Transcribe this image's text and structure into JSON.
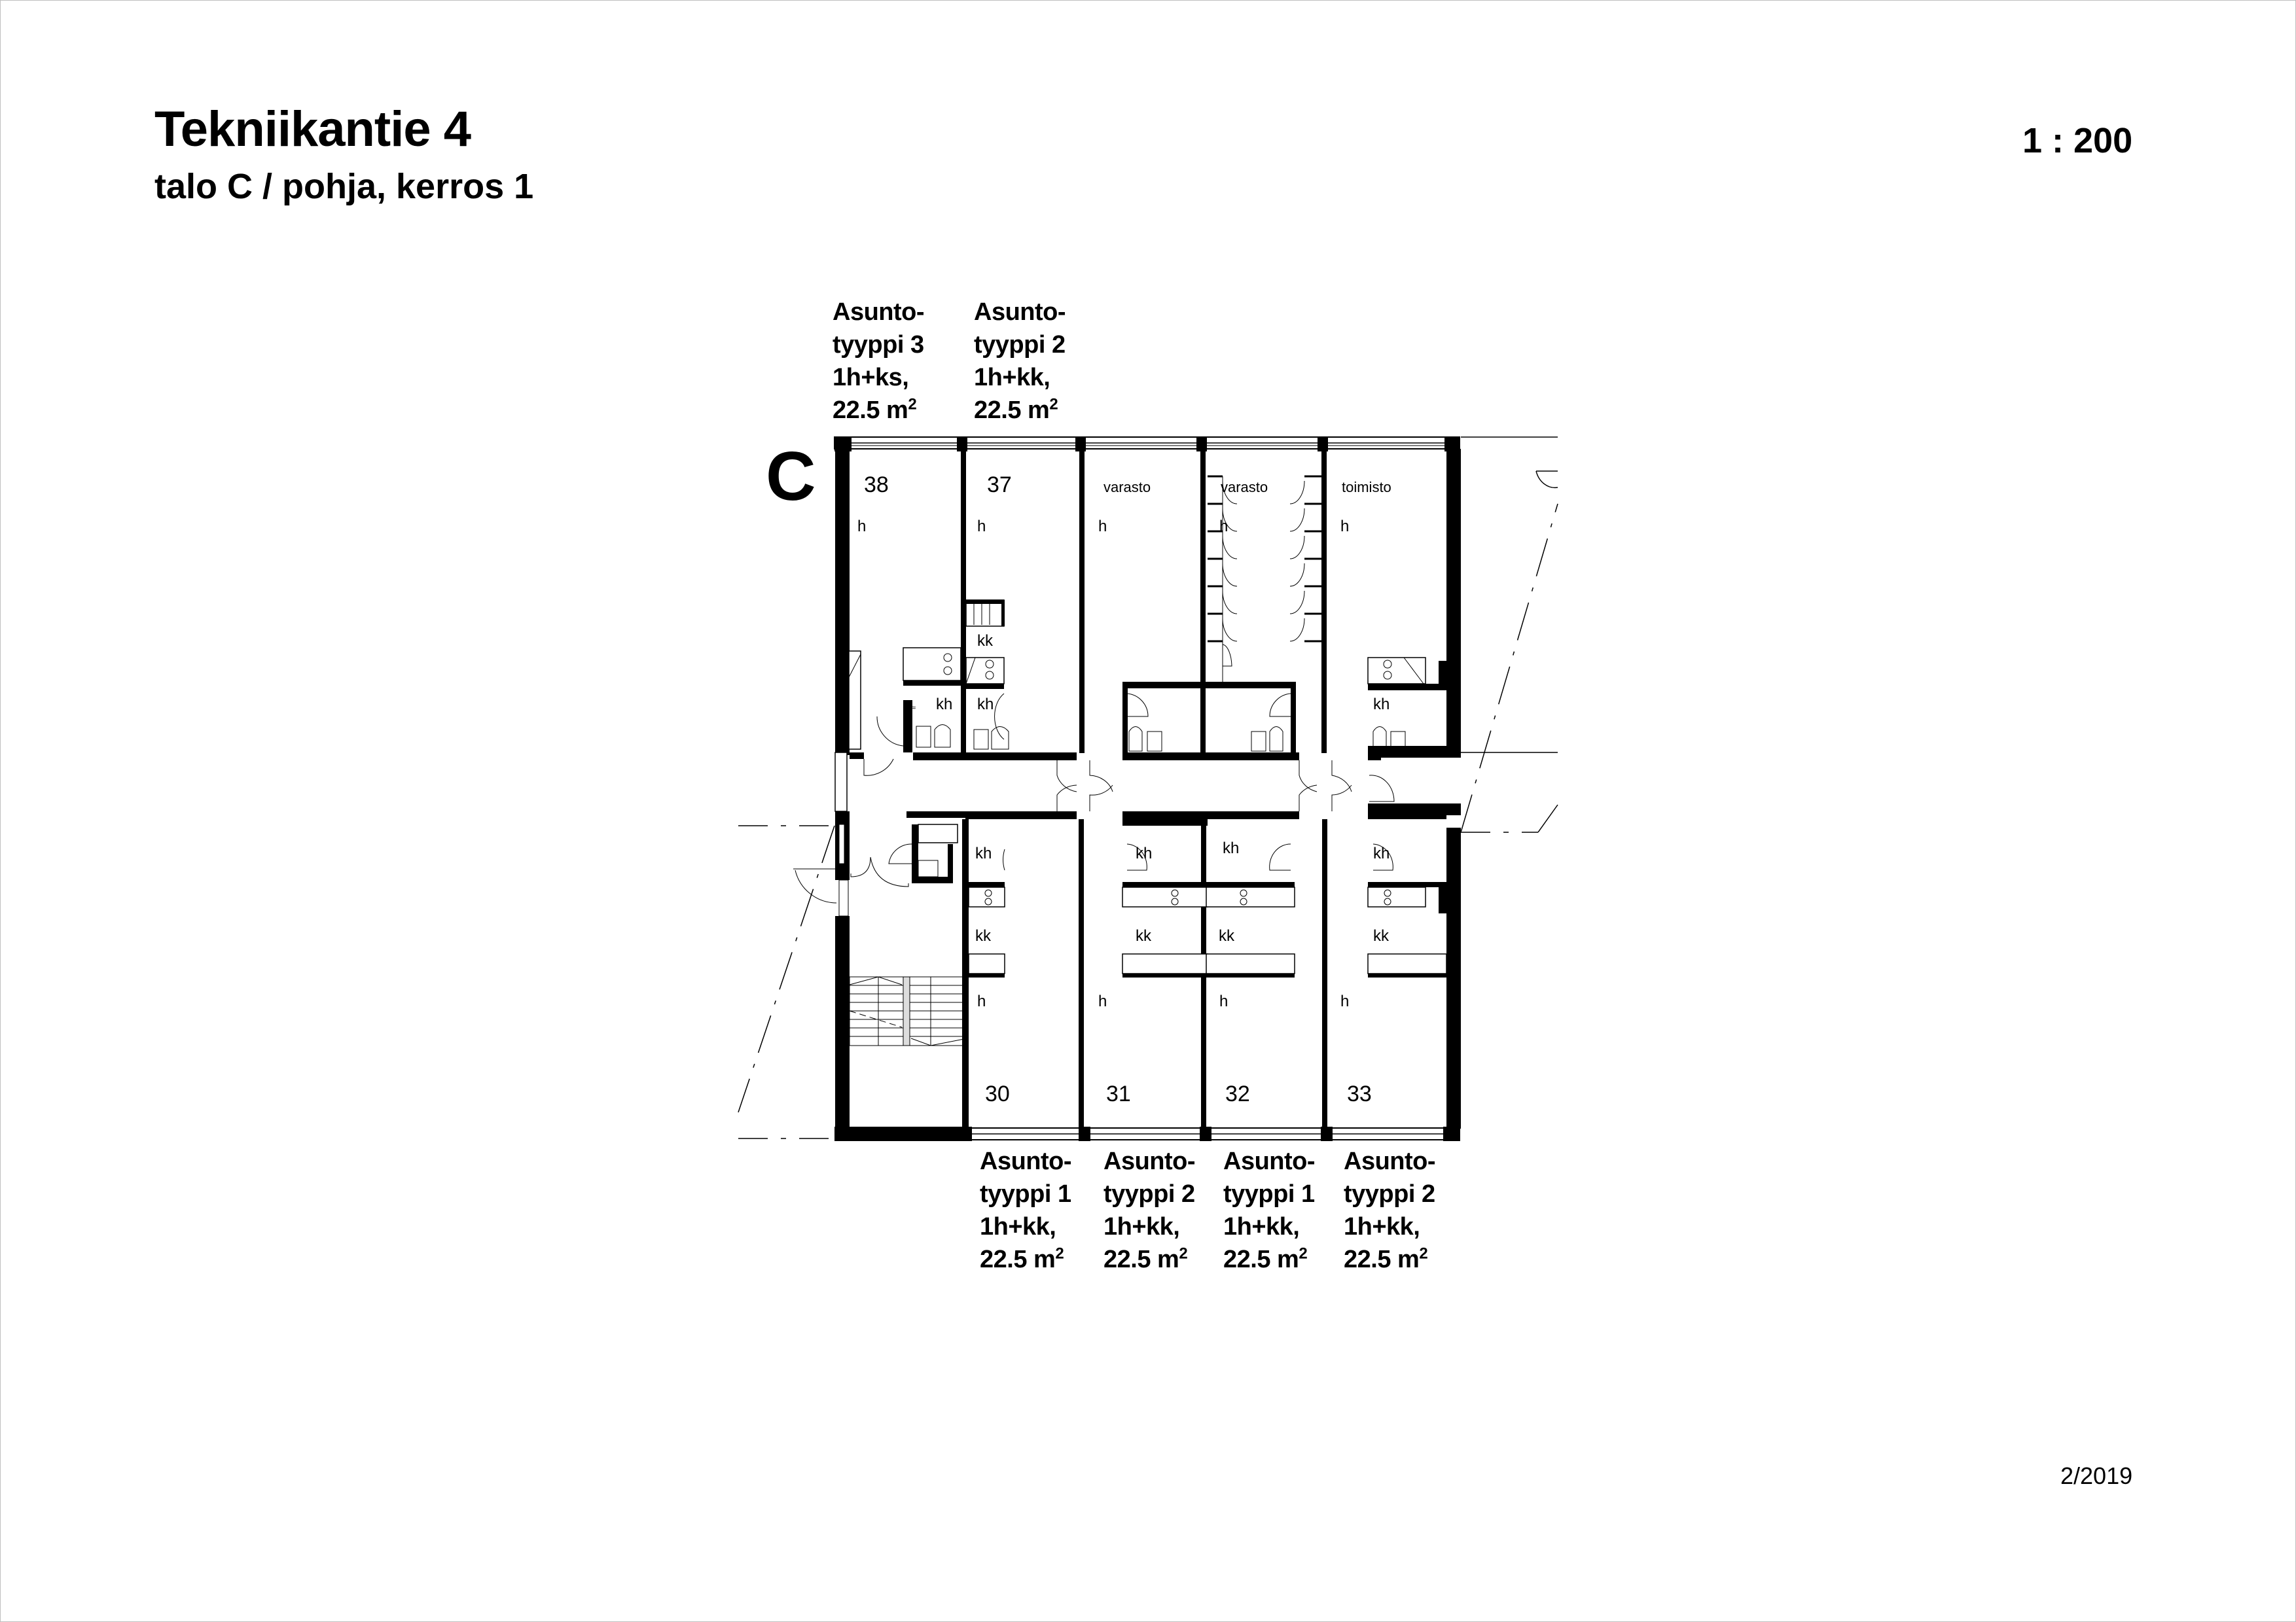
{
  "header": {
    "title": "Tekniikantie 4",
    "subtitle": "talo C / pohja, kerros 1",
    "scale": "1 : 200"
  },
  "footer": {
    "date": "2/2019"
  },
  "building": {
    "letter": "C"
  },
  "top_units": [
    {
      "line1": "Asunto-",
      "line2": "tyyppi 3",
      "line3": "1h+ks,",
      "area": "22.5 m",
      "area_sup": "2",
      "number": "38"
    },
    {
      "line1": "Asunto-",
      "line2": "tyyppi 2",
      "line3": "1h+kk,",
      "area": "22.5 m",
      "area_sup": "2",
      "number": "37"
    }
  ],
  "bottom_units": [
    {
      "line1": "Asunto-",
      "line2": "tyyppi 1",
      "line3": "1h+kk,",
      "area": "22.5 m",
      "area_sup": "2",
      "number": "30"
    },
    {
      "line1": "Asunto-",
      "line2": "tyyppi 2",
      "line3": "1h+kk,",
      "area": "22.5 m",
      "area_sup": "2",
      "number": "31"
    },
    {
      "line1": "Asunto-",
      "line2": "tyyppi 1",
      "line3": "1h+kk,",
      "area": "22.5 m",
      "area_sup": "2",
      "number": "32"
    },
    {
      "line1": "Asunto-",
      "line2": "tyyppi 2",
      "line3": "1h+kk,",
      "area": "22.5 m",
      "area_sup": "2",
      "number": "33"
    }
  ],
  "room_labels": {
    "varasto_1": "varasto",
    "varasto_2": "varasto",
    "toimisto": "toimisto",
    "h": "h",
    "kk": "kk",
    "kh": "kh"
  }
}
